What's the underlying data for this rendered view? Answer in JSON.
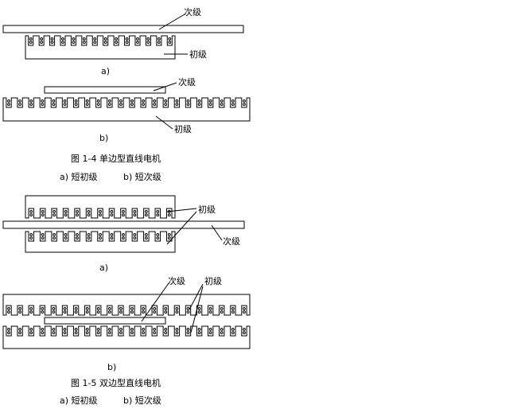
{
  "fig1": {
    "a": {
      "secondary_label": "次级",
      "primary_label": "初级",
      "tag": "a)"
    },
    "b": {
      "secondary_label": "次级",
      "primary_label": "初级",
      "tag": "b)"
    },
    "caption": "图 1-4   单边型直线电机",
    "subcaption_a": "a)   短初级",
    "subcaption_b": "b)   短次级"
  },
  "fig2": {
    "a": {
      "primary_label": "初级",
      "secondary_label": "次级",
      "tag": "a)"
    },
    "b": {
      "secondary_label": "次级",
      "primary_label": "初级",
      "tag": "b)"
    },
    "caption": "图 1-5   双边型直线电机",
    "subcaption_a": "a)   短初级",
    "subcaption_b": "b)   短次级"
  },
  "colors": {
    "line": "#000000",
    "background": "#ffffff"
  }
}
